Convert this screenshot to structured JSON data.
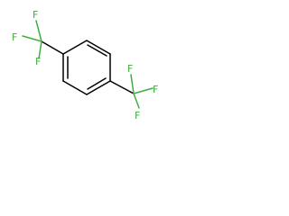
{
  "structure": {
    "atoms": [
      {
        "id": "f1",
        "element": "F",
        "label": "F"
      },
      {
        "id": "f2",
        "element": "F",
        "label": "F"
      },
      {
        "id": "f3",
        "element": "F",
        "label": "F"
      },
      {
        "id": "f4",
        "element": "F",
        "label": "F"
      },
      {
        "id": "f5",
        "element": "F",
        "label": "F"
      },
      {
        "id": "f6",
        "element": "F",
        "label": "F"
      }
    ],
    "label_color": "#3fae3f",
    "bond_color": "#000000"
  }
}
